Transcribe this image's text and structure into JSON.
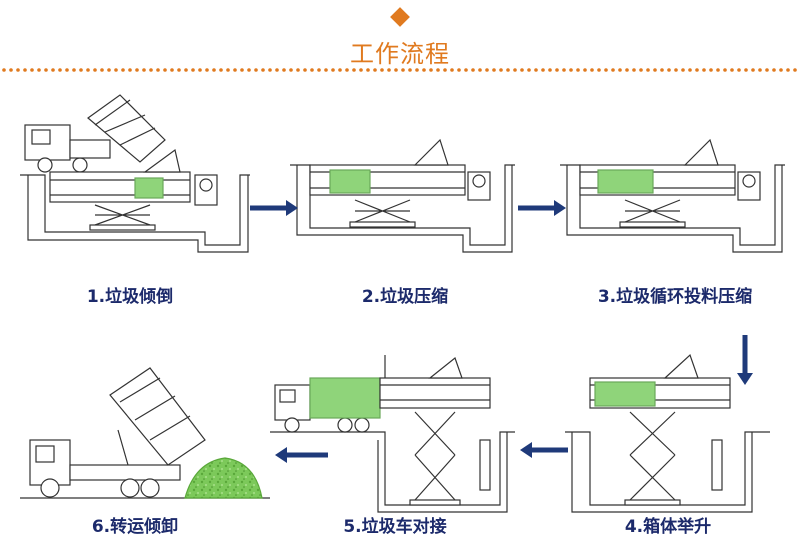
{
  "title": "工作流程",
  "accent_color": "#e07a1f",
  "label_color": "#1c2a6b",
  "arrow_color": "#1f3a7a",
  "green_fill": "#8fd47a",
  "steps": [
    {
      "label": "1.垃圾倾倒"
    },
    {
      "label": "2.垃圾压缩"
    },
    {
      "label": "3.垃圾循环投料压缩"
    },
    {
      "label": "4.箱体举升"
    },
    {
      "label": "5.垃圾车对接"
    },
    {
      "label": "6.转运倾卸"
    }
  ]
}
